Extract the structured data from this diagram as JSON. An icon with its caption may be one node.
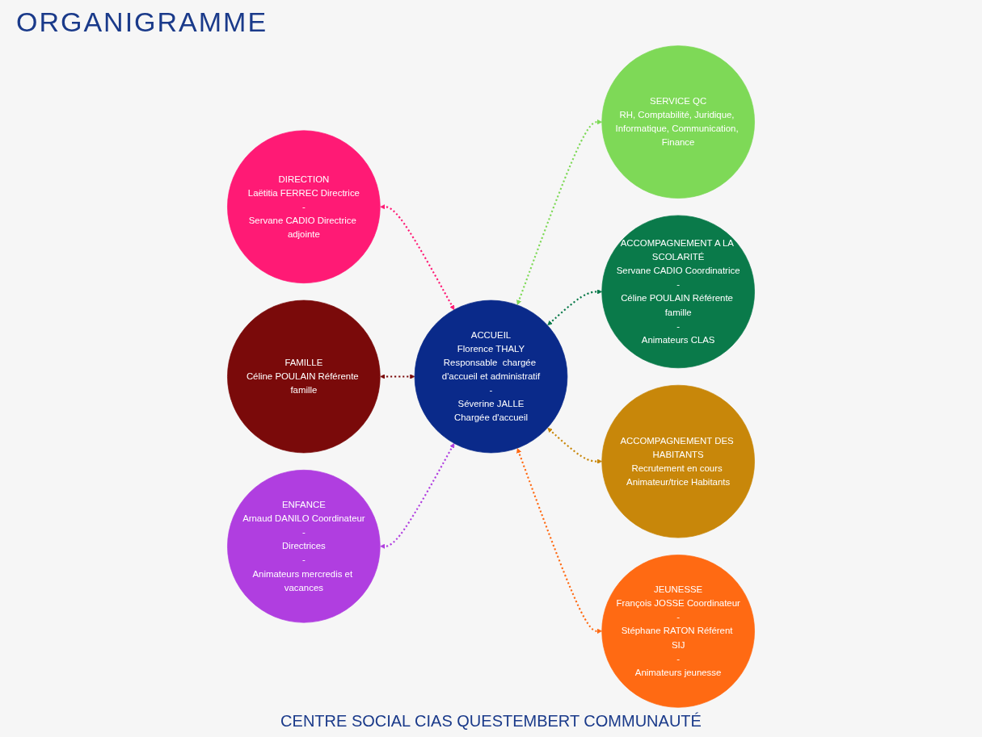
{
  "diagram": {
    "title": "ORGANIGRAMME",
    "nodes": [
      {
        "text": [
          "SERVICE QC",
          "RH, Comptabilité, Juridique, Informatique, Communication, Finance"
        ]
      },
      {
        "text": [
          "ACCOMPAGNEMENT A LA SCOLARITÉ",
          "Servane CADIO Coordinatrice",
          "-",
          "Céline POULAIN Référente famille",
          "-",
          "Animateurs CLAS"
        ]
      },
      {
        "text": [
          "DIRECTION",
          "Laëtitia FERREC Directrice",
          "-",
          "Servane CADIO Directrice adjointe"
        ]
      },
      {
        "text": [
          "FAMILLE",
          "Céline POULAIN Référente famille"
        ]
      },
      {
        "text": [
          "ACCUEIL",
          "Florence THALY",
          "Responsable  chargée d'accueil et administratif",
          "-",
          "Séverine JALLE",
          "Chargée d'accueil"
        ]
      },
      {
        "text": [
          "ACCOMPAGNEMENT DES HABITANTS",
          "Recrutement en cours Animateur/trice Habitants"
        ]
      },
      {
        "text": [
          "ENFANCE",
          "Arnaud DANILO Coordinateur",
          "-",
          "Directrices",
          "-",
          "Animateurs mercredis et vacances"
        ]
      },
      {
        "text": [
          "JEUNESSE",
          "François JOSSE Coordinateur",
          "-",
          "Stéphane RATON Référent SIJ",
          "-",
          "Animateurs jeunesse"
        ]
      }
    ],
    "edges": [
      {
        "from": 2,
        "to": 4,
        "arrow": "both",
        "style": "dashed",
        "color": "#ff1a75"
      },
      {
        "from": 3,
        "to": 4,
        "arrow": "both",
        "style": "dashed",
        "color": "#7a0a0a"
      },
      {
        "from": 6,
        "to": 4,
        "arrow": "both",
        "style": "dashed",
        "color": "#b03ee0"
      },
      {
        "from": 4,
        "to": 0,
        "arrow": "both",
        "style": "dashed",
        "color": "#7ed957"
      },
      {
        "from": 4,
        "to": 1,
        "arrow": "both",
        "style": "dashed",
        "color": "#0a7a4a"
      },
      {
        "from": 4,
        "to": 5,
        "arrow": "both",
        "style": "dashed",
        "color": "#c8870a"
      },
      {
        "from": 4,
        "to": 7,
        "arrow": "both",
        "style": "dashed",
        "color": "#ff6a13"
      }
    ],
    "labels": [
      "CENTRE SOCIAL CIAS QUESTEMBERT COMMUNAUTÉ"
    ]
  }
}
